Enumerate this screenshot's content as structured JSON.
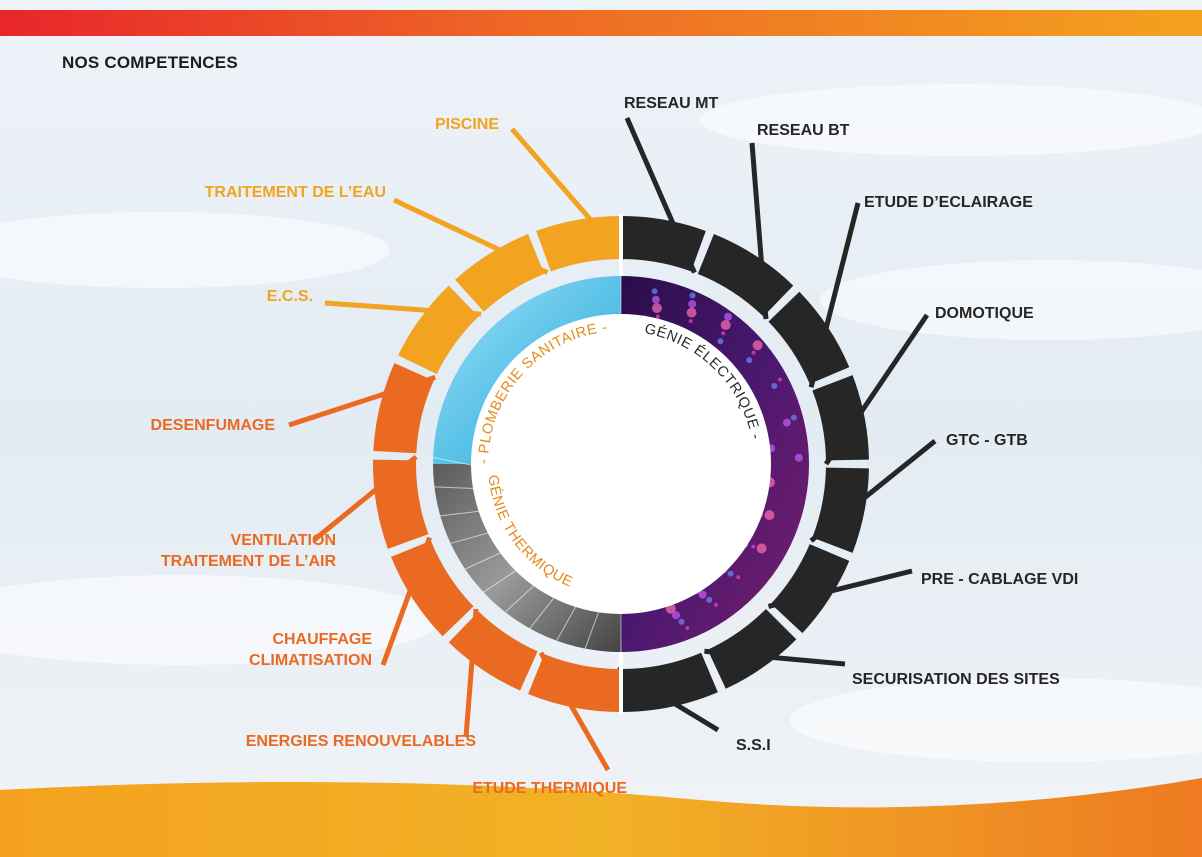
{
  "heading": "NOS COMPETENCES",
  "colors": {
    "plomberie": "#f2a31f",
    "thermique": "#ea6a22",
    "electrique": "#262626",
    "ring_text_orange": "#e38a1a",
    "ring_text_dark": "#2a2a2a",
    "top_band_start": "#e8262b",
    "top_band_end": "#f4a21e"
  },
  "ring_captions": {
    "plomberie": "- PLOMBERIE SANITAIRE -",
    "electrique": "GÉNIE ÉLECTRIQUE - ",
    "thermique": "GÉNIE THERMIQUE "
  },
  "electrique_items": [
    {
      "label": "RESEAU MT"
    },
    {
      "label": "RESEAU BT"
    },
    {
      "label": "ETUDE D’ECLAIRAGE"
    },
    {
      "label": "DOMOTIQUE"
    },
    {
      "label": "GTC - GTB"
    },
    {
      "label": "PRE - CABLAGE VDI"
    },
    {
      "label": "SECURISATION DES SITES"
    },
    {
      "label": "S.S.I"
    }
  ],
  "thermique_items": [
    {
      "label": "ETUDE THERMIQUE"
    },
    {
      "label": "ENERGIES RENOUVELABLES"
    },
    {
      "label": [
        "CHAUFFAGE",
        "CLIMATISATION"
      ]
    },
    {
      "label": [
        "VENTILATION",
        "TRAITEMENT  DE L’AIR"
      ]
    },
    {
      "label": "DESENFUMAGE"
    }
  ],
  "plomberie_items": [
    {
      "label": "E.C.S."
    },
    {
      "label": "TRAITEMENT DE L’EAU"
    },
    {
      "label": "PISCINE"
    }
  ]
}
